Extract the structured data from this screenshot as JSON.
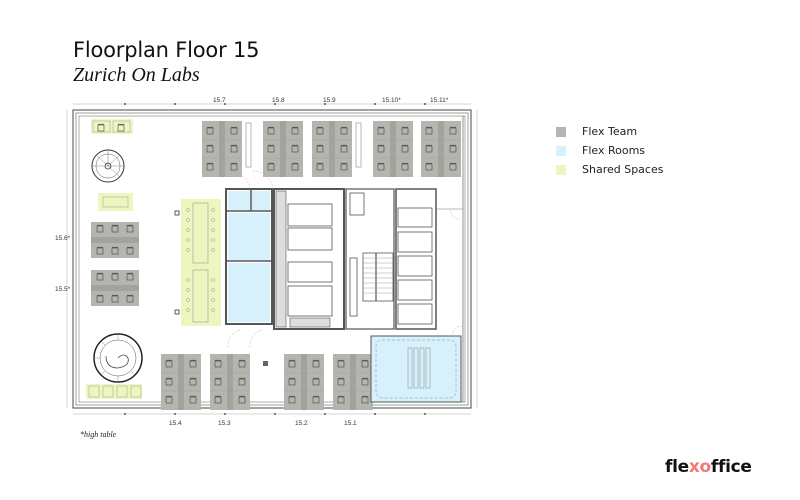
{
  "header": {
    "title": "Floorplan Floor 15",
    "subtitle": "Zurich On Labs"
  },
  "legend": {
    "items": [
      {
        "label": "Flex Team",
        "color": "#b5b5b0"
      },
      {
        "label": "Flex Rooms",
        "color": "#d6f1fb"
      },
      {
        "label": "Shared Spaces",
        "color": "#eef6bf"
      }
    ]
  },
  "room_labels": {
    "top": [
      "15.7",
      "15.8",
      "15.9",
      "15.10*",
      "15.11*"
    ],
    "left": [
      "15.6*",
      "15.5*"
    ],
    "bottom": [
      "15.4",
      "15.3",
      "15.2",
      "15.1"
    ]
  },
  "footnote": "*high table",
  "logo": {
    "part1": "fle",
    "accent": "xo",
    "part2": "ffice"
  },
  "colors": {
    "flex_team": "#b5b5b0",
    "flex_rooms": "#d6f1fb",
    "shared": "#eef6bf",
    "wall": "#555555",
    "logo_accent": "#f07a72"
  }
}
